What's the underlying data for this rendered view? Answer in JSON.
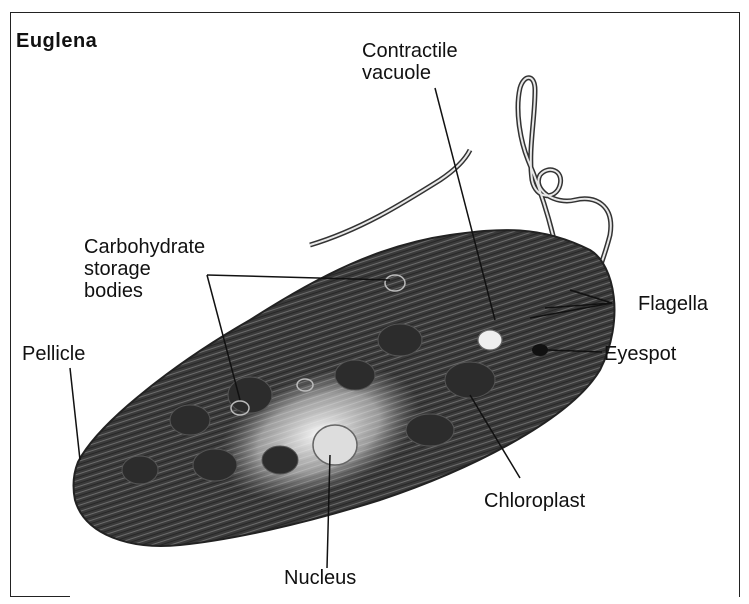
{
  "title": "Euglena",
  "labels": {
    "contractile_vacuole": [
      "Contractile",
      "vacuole"
    ],
    "carbohydrate_storage_bodies": [
      "Carbohydrate",
      "storage",
      "bodies"
    ],
    "flagella": "Flagella",
    "pellicle": "Pellicle",
    "eyespot": "Eyespot",
    "chloroplast": "Chloroplast",
    "nucleus": "Nucleus"
  }
}
